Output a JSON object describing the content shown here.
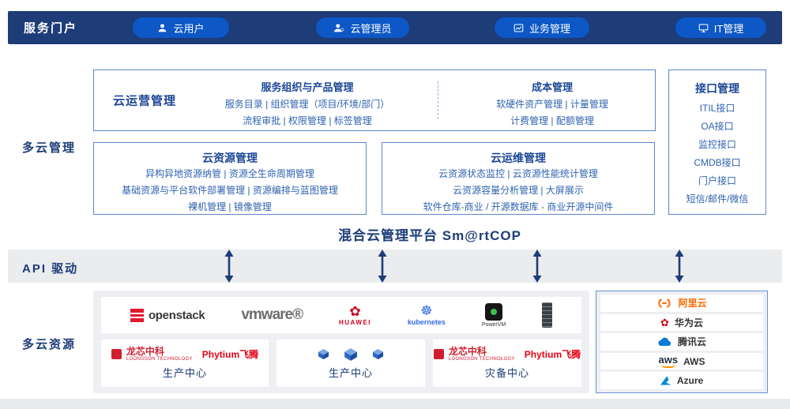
{
  "portal": {
    "label": "服务门户",
    "buttons": [
      {
        "label": "云用户"
      },
      {
        "label": "云管理员"
      },
      {
        "label": "业务管理"
      },
      {
        "label": "IT管理"
      }
    ]
  },
  "multicloud": {
    "label": "多云管理",
    "operations": {
      "title": "云运营管理",
      "service_org": {
        "title": "服务组织与产品管理",
        "line1": "服务目录 | 组织管理（项目/环境/部门）",
        "line2": "流程审批 | 权限管理 | 标签管理"
      },
      "cost": {
        "title": "成本管理",
        "line1": "软硬件资产管理 | 计量管理",
        "line2": "计费管理 | 配额管理"
      }
    },
    "resource": {
      "title": "云资源管理",
      "lines": [
        "异构异地资源纳管 | 资源全生命周期管理",
        "基础资源与平台软件部署管理 | 资源编排与蓝图管理",
        "裸机管理 | 镜像管理"
      ]
    },
    "ops": {
      "title": "云运维管理",
      "lines": [
        "云资源状态监控 | 云资源性能统计管理",
        "云资源容量分析管理 | 大屏展示",
        "软件仓库-商业 / 开源数据库 - 商业开源中间件"
      ]
    },
    "interface": {
      "title": "接口管理",
      "items": [
        "ITIL接口",
        "OA接口",
        "监控接口",
        "CMDB接口",
        "门户接口",
        "短信/邮件/微信"
      ]
    },
    "platform_title": "混合云管理平台 Sm@rtCOP"
  },
  "api_band": {
    "label": "API 驱动"
  },
  "resources": {
    "label": "多云资源",
    "tech": {
      "openstack": "openstack",
      "vmware": "vmware®",
      "huawei": "HUAWEI",
      "kubernetes": "kubernetes",
      "powervm": "PowerVM"
    },
    "vendors": {
      "loongson": "龙芯中科",
      "loongson_sub": "LOONGSON TECHNOLOGY",
      "phytium": "Phytium飞腾"
    },
    "centers": {
      "production1": "生产中心",
      "production2": "生产中心",
      "disaster": "灾备中心"
    },
    "clouds": [
      {
        "name": "阿里云"
      },
      {
        "name": "华为云"
      },
      {
        "name": "腾讯云"
      },
      {
        "name": "AWS",
        "logo": "aws"
      },
      {
        "name": "Azure"
      }
    ]
  },
  "colors": {
    "navy": "#1d3c78",
    "pill_blue": "#0d57c6",
    "box_border": "#5d86cd",
    "alibaba_orange": "#ff6a00"
  }
}
